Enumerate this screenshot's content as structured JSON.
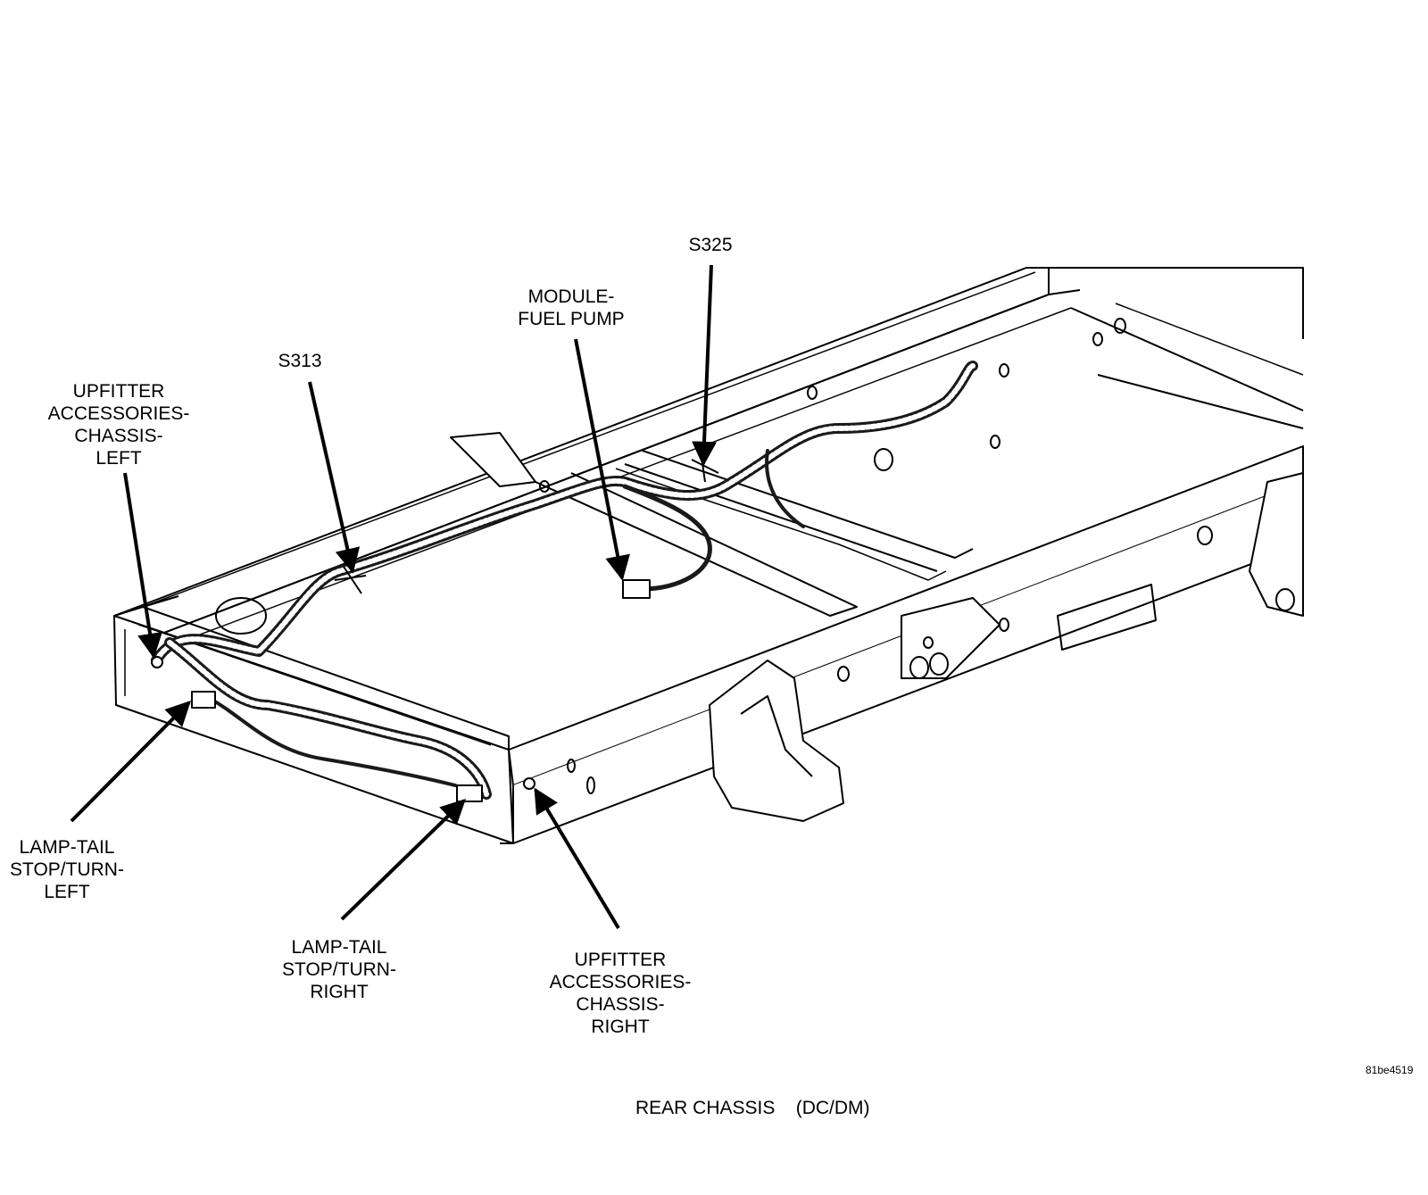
{
  "labels": {
    "s325": "S325",
    "module_fuel_pump": [
      "MODULE-",
      "FUEL PUMP"
    ],
    "s313": "S313",
    "upfitter_left": [
      "UPFITTER",
      "ACCESSORIES-",
      "CHASSIS-",
      "LEFT"
    ],
    "lamp_tail_left": [
      "LAMP-TAIL",
      "STOP/TURN-",
      "LEFT"
    ],
    "lamp_tail_right": [
      "LAMP-TAIL",
      "STOP/TURN-",
      "RIGHT"
    ],
    "upfitter_right": [
      "UPFITTER",
      "ACCESSORIES-",
      "CHASSIS-",
      "RIGHT"
    ]
  },
  "figure_code": "81be4519",
  "caption": "REAR CHASSIS    (DC/DM)",
  "colors": {
    "line": "#000000",
    "background": "#ffffff",
    "harness": "#1a1a1a"
  }
}
